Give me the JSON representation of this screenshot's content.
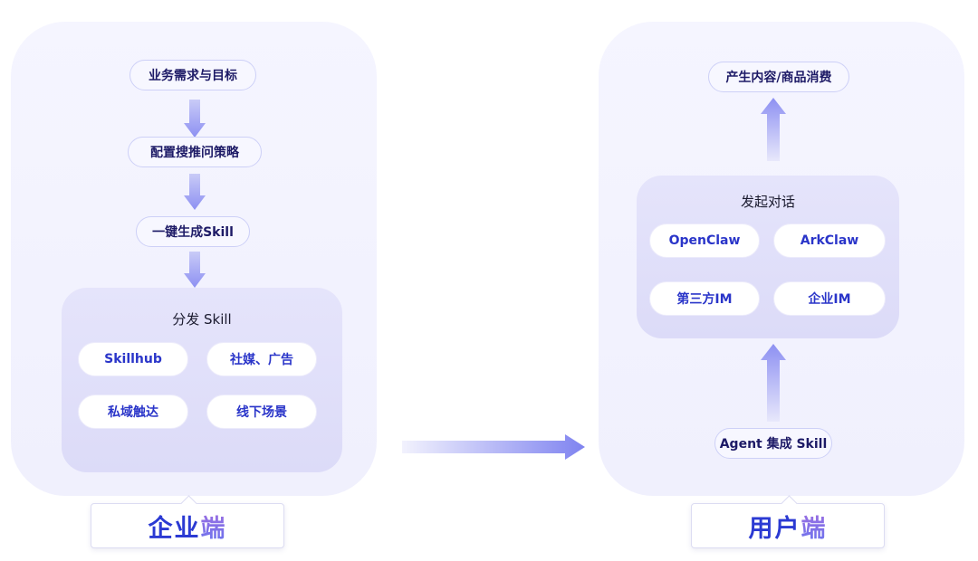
{
  "enterprise": {
    "steps": [
      "业务需求与目标",
      "配置搜推问策略",
      "一键生成Skill"
    ],
    "distribute": {
      "title": "分发 Skill",
      "channels": [
        "Skillhub",
        "社媒、广告",
        "私域触达",
        "线下场景"
      ]
    },
    "label_main": "企业",
    "label_accent": "端"
  },
  "user": {
    "top": "产生内容/商品消费",
    "dialogue": {
      "title": "发起对话",
      "channels": [
        "OpenClaw",
        "ArkClaw",
        "第三方IM",
        "企业IM"
      ]
    },
    "bottom": "Agent 集成 Skill",
    "label_main": "用户",
    "label_accent": "端"
  },
  "colors": {
    "panel": "#f3f3fe",
    "group": "#e1e0fa",
    "accent_blue": "#2b3ad3",
    "arrow": "#8d90f2"
  }
}
